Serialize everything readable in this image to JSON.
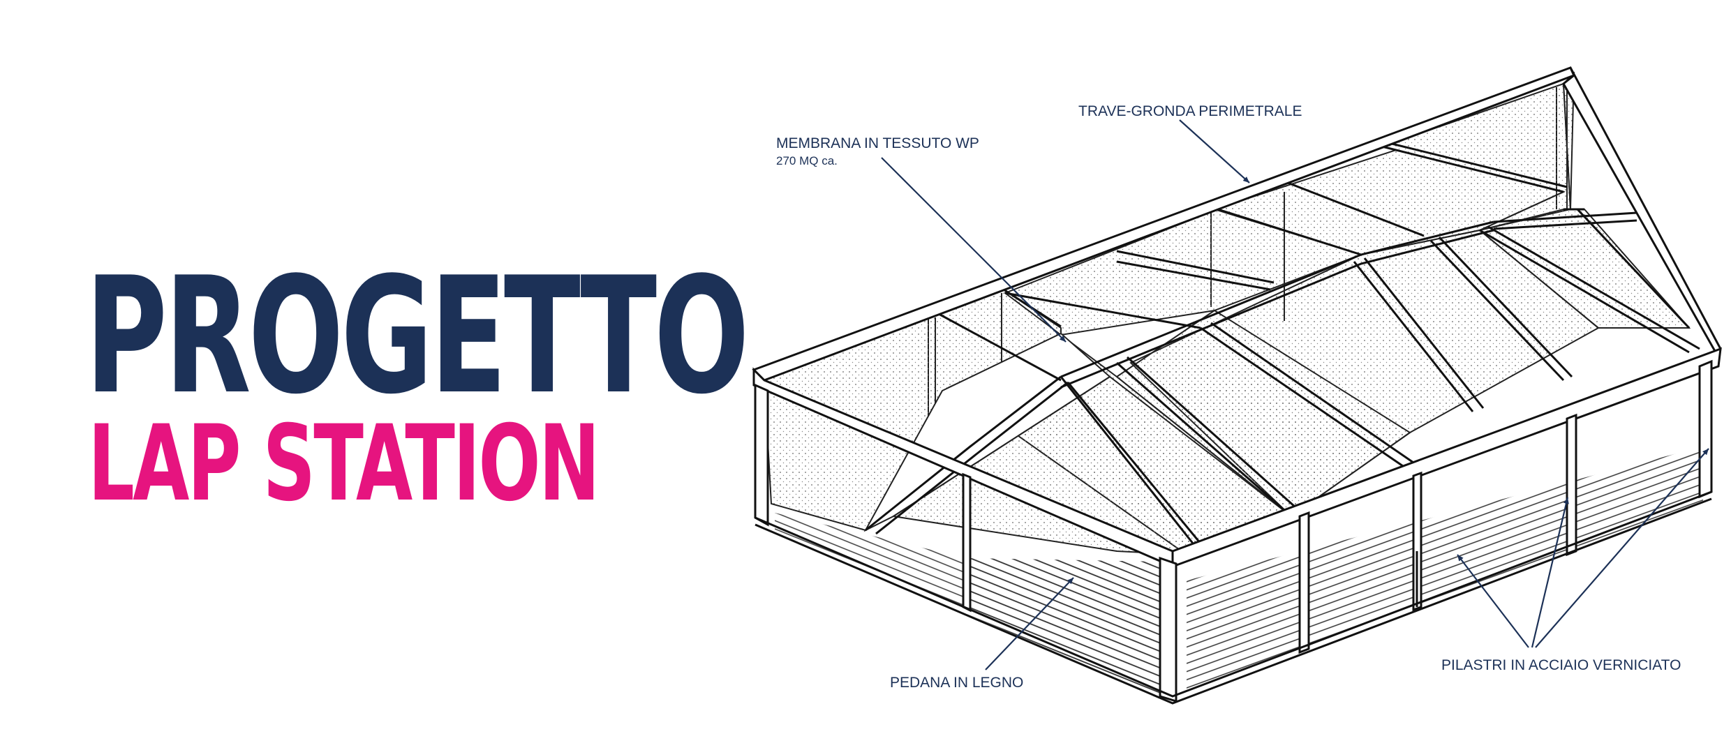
{
  "title": {
    "main": "PROGETTO",
    "sub": "LAP STATION"
  },
  "colors": {
    "title_main": "#1c3157",
    "title_sub": "#e6147f",
    "annotation": "#1c3157",
    "line": "#111111"
  },
  "annotations": {
    "beam": "TRAVE-GRONDA PERIMETRALE",
    "membrane": "MEMBRANA IN TESSUTO WP",
    "membrane_area": "270 MQ ca.",
    "platform": "PEDANA IN LEGNO",
    "pillars": "PILASTRI IN ACCIAIO VERNICIATO"
  }
}
